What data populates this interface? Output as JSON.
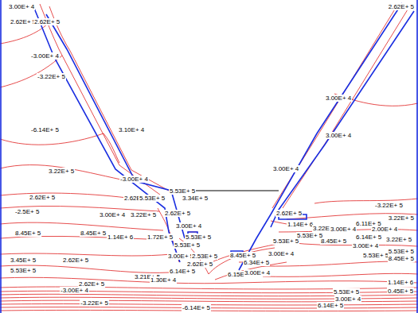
{
  "diagram": {
    "labels": [
      "3.00E+ 4",
      "2.62E+ 5",
      "2.62E+ 5",
      "-3.00E+ 4",
      "-3.22E+ 5",
      "-6.14E+ 5",
      "3.10E+ 4",
      "3.22E+ 5",
      "-3.00E+ 4",
      "5.53E+ 5",
      "2.62E+ 5",
      "5.53E+ 5",
      "3.34E+ 5",
      "2.62E+ 5",
      "-2.5E+ 5",
      "3.00E+ 4",
      "3.22E+ 5",
      "2.62E+ 5",
      "8.45E+ 5",
      "8.45E+ 5",
      "1.14E+ 6",
      "1.72E+ 5",
      "3.00E+ 4",
      "5.53E+ 5",
      "5.53E+ 5",
      "3.45E+ 5",
      "2.62E+ 5",
      "5.53E+ 5",
      "3.00E+ 5",
      "2.53E+ 5",
      "2.62E+ 5",
      "6.14E+ 5",
      "3.21E+ 5",
      "1.30E+ 4",
      "2.62E+ 5",
      "-3.00E+ 4",
      "-3.22E+ 5",
      "-6.14E+ 5",
      "8.45E+ 5",
      "6.34E+ 5",
      "6.15E+ 5",
      "3.00E+ 4",
      "3.00E+ 4",
      "3.00E+ 4",
      "3.00E+ 4",
      "3.00E+ 4",
      "2.62E+ 5",
      "1.14E+ 6",
      "5.53E+ 5",
      "5.53E+ 5",
      "3.22E+ 5",
      "3.00E+ 4",
      "2.00E+ 4",
      "6.11E+ 5",
      "6.14E+ 5",
      "3.22E+ 5",
      "8.45E+ 5",
      "3.00E+ 4",
      "5.53E+ 5",
      "8.45E+ 5",
      "5.53E+ 5",
      "-3.22E+ 5",
      "3.22E+ 5",
      "1.14E+ 6",
      "0.45E+ 5",
      "5.53E+ 5",
      "3.00E+ 4",
      "6.14E+ 5",
      "2.62E+ 5"
    ]
  }
}
